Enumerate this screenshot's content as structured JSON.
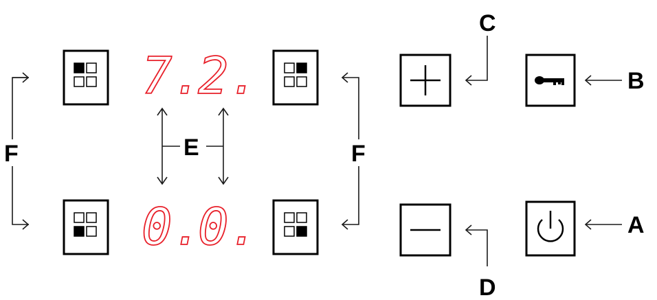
{
  "labels": {
    "a": "A",
    "b": "B",
    "c": "C",
    "d": "D",
    "e": "E",
    "f_left": "F",
    "f_right": "F"
  },
  "displays": {
    "top_left": "7.",
    "top_right": "2.",
    "bottom_left": "0.",
    "bottom_right": "0."
  },
  "zone_selectors": [
    {
      "id": "top-left",
      "active_cell": 0
    },
    {
      "id": "top-right",
      "active_cell": 1
    },
    {
      "id": "bottom-left",
      "active_cell": 2
    },
    {
      "id": "bottom-right",
      "active_cell": 3
    }
  ],
  "icons": {
    "plus": "plus-icon",
    "minus": "minus-icon",
    "key": "key-icon",
    "power": "power-icon",
    "zone": "zone-grid-icon"
  },
  "colors": {
    "display": "#e8202a",
    "ink": "#000000"
  }
}
